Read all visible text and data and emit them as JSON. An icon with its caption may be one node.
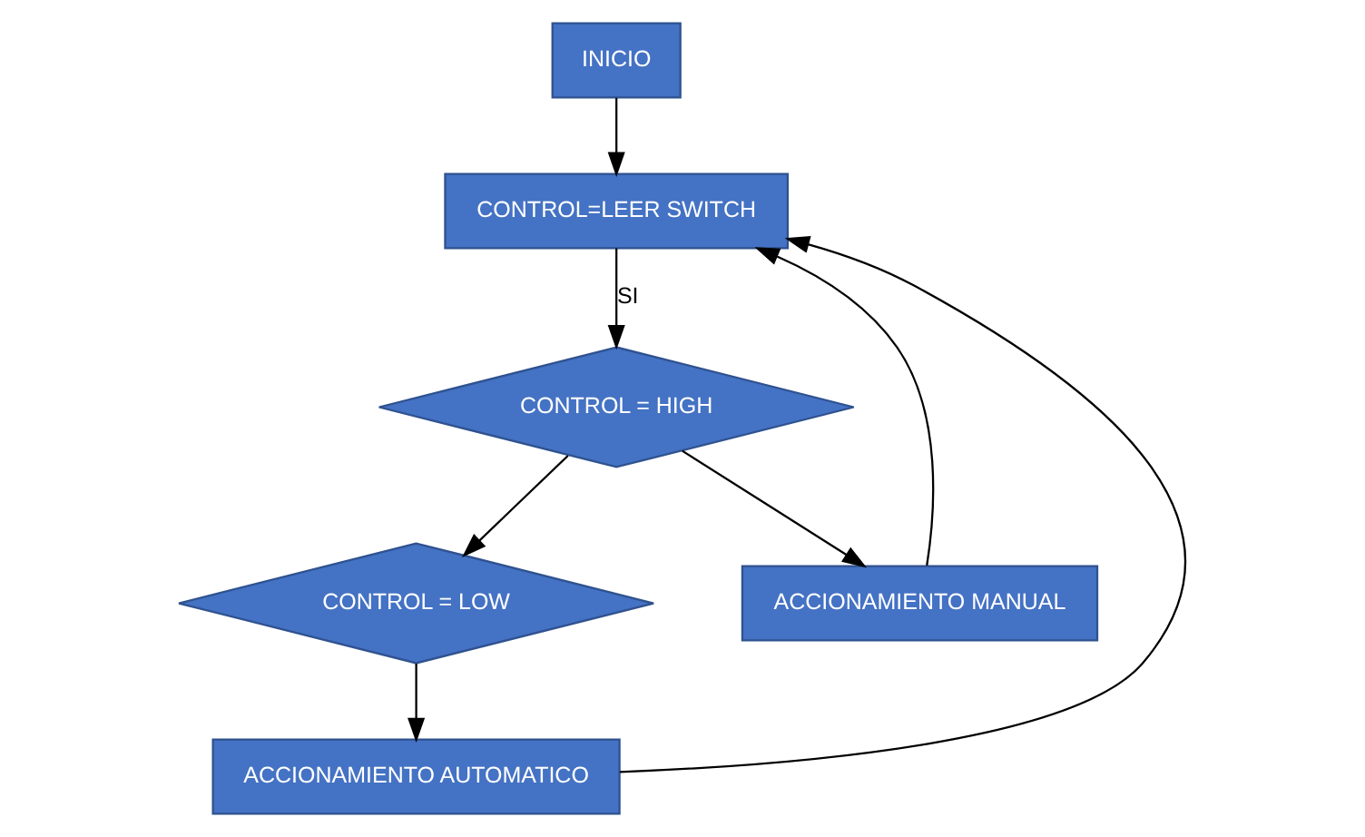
{
  "diagram": {
    "nodes": [
      {
        "text": [
          "INICIO"
        ]
      },
      {
        "text": [
          "CONTROL=LEER SWITCH"
        ]
      },
      {
        "text": [
          "CONTROL = HIGH"
        ]
      },
      {
        "text": [
          "CONTROL = LOW"
        ]
      },
      {
        "text": [
          "ACCIONAMIENTO MANUAL"
        ]
      },
      {
        "text": [
          "ACCIONAMIENTO AUTOMATICO"
        ]
      }
    ],
    "edges": [
      {
        "from": 0,
        "to": 1,
        "arrow": "to"
      },
      {
        "from": 1,
        "to": 2,
        "arrow": "to",
        "label": "SI"
      },
      {
        "from": 2,
        "to": 3,
        "arrow": "to"
      },
      {
        "from": 2,
        "to": 4,
        "arrow": "to"
      },
      {
        "from": 3,
        "to": 5,
        "arrow": "to"
      },
      {
        "from": 4,
        "to": 1,
        "arrow": "to"
      },
      {
        "from": 5,
        "to": 1,
        "arrow": "to"
      }
    ]
  }
}
